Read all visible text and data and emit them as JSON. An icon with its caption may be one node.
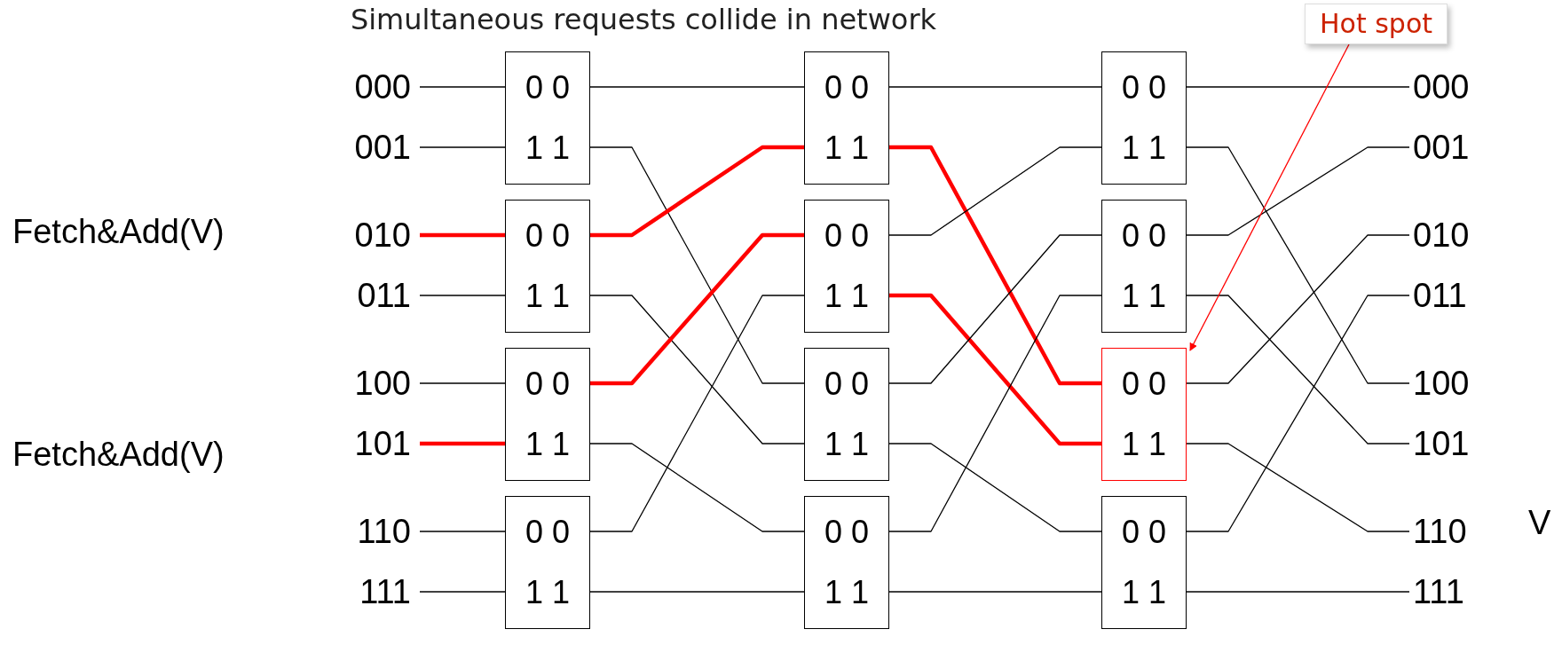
{
  "diagram": {
    "title": "Simultaneous requests collide in network",
    "nodes": [
      {
        "text": [
          "000"
        ]
      },
      {
        "text": [
          "001"
        ]
      },
      {
        "text": [
          "010"
        ]
      },
      {
        "text": [
          "011"
        ]
      },
      {
        "text": [
          "100"
        ]
      },
      {
        "text": [
          "101"
        ]
      },
      {
        "text": [
          "110"
        ]
      },
      {
        "text": [
          "111"
        ]
      },
      {
        "text": [
          "0 0",
          "1 1"
        ]
      },
      {
        "text": [
          "0 0",
          "1 1"
        ]
      },
      {
        "text": [
          "0 0",
          "1 1"
        ]
      },
      {
        "text": [
          "0 0",
          "1 1"
        ]
      },
      {
        "text": [
          "0 0",
          "1 1"
        ]
      },
      {
        "text": [
          "0 0",
          "1 1"
        ]
      },
      {
        "text": [
          "0 0",
          "1 1"
        ]
      },
      {
        "text": [
          "0 0",
          "1 1"
        ]
      },
      {
        "text": [
          "0 0",
          "1 1"
        ]
      },
      {
        "text": [
          "0 0",
          "1 1"
        ]
      },
      {
        "text": [
          "0 0",
          "1 1"
        ]
      },
      {
        "text": [
          "0 0",
          "1 1"
        ]
      },
      {
        "text": [
          "000"
        ]
      },
      {
        "text": [
          "001"
        ]
      },
      {
        "text": [
          "010"
        ]
      },
      {
        "text": [
          "011"
        ]
      },
      {
        "text": [
          "100"
        ]
      },
      {
        "text": [
          "101"
        ]
      },
      {
        "text": [
          "110"
        ]
      },
      {
        "text": [
          "111"
        ]
      },
      {
        "text": [
          "Hot spot"
        ]
      }
    ],
    "edges": [
      {
        "from": 0,
        "to": 8,
        "arrow": "none"
      },
      {
        "from": 1,
        "to": 8,
        "arrow": "none"
      },
      {
        "from": 2,
        "to": 9,
        "arrow": "none",
        "style": "thick",
        "color": "#ff0000"
      },
      {
        "from": 3,
        "to": 9,
        "arrow": "none"
      },
      {
        "from": 4,
        "to": 10,
        "arrow": "none"
      },
      {
        "from": 5,
        "to": 10,
        "arrow": "none",
        "style": "thick",
        "color": "#ff0000"
      },
      {
        "from": 6,
        "to": 11,
        "arrow": "none"
      },
      {
        "from": 7,
        "to": 11,
        "arrow": "none"
      },
      {
        "from": 8,
        "to": 12,
        "arrow": "none"
      },
      {
        "from": 8,
        "to": 14,
        "arrow": "none"
      },
      {
        "from": 9,
        "to": 12,
        "arrow": "none",
        "style": "thick",
        "color": "#ff0000"
      },
      {
        "from": 9,
        "to": 14,
        "arrow": "none"
      },
      {
        "from": 10,
        "to": 13,
        "arrow": "none",
        "style": "thick",
        "color": "#ff0000"
      },
      {
        "from": 10,
        "to": 15,
        "arrow": "none"
      },
      {
        "from": 11,
        "to": 13,
        "arrow": "none"
      },
      {
        "from": 11,
        "to": 15,
        "arrow": "none"
      },
      {
        "from": 12,
        "to": 16,
        "arrow": "none"
      },
      {
        "from": 12,
        "to": 18,
        "arrow": "none",
        "style": "thick",
        "color": "#ff0000"
      },
      {
        "from": 13,
        "to": 16,
        "arrow": "none"
      },
      {
        "from": 13,
        "to": 18,
        "arrow": "none",
        "style": "thick",
        "color": "#ff0000"
      },
      {
        "from": 14,
        "to": 17,
        "arrow": "none"
      },
      {
        "from": 14,
        "to": 19,
        "arrow": "none"
      },
      {
        "from": 15,
        "to": 17,
        "arrow": "none"
      },
      {
        "from": 15,
        "to": 19,
        "arrow": "none"
      },
      {
        "from": 16,
        "to": 20,
        "arrow": "none"
      },
      {
        "from": 16,
        "to": 24,
        "arrow": "none"
      },
      {
        "from": 17,
        "to": 21,
        "arrow": "none"
      },
      {
        "from": 17,
        "to": 25,
        "arrow": "none"
      },
      {
        "from": 18,
        "to": 22,
        "arrow": "none"
      },
      {
        "from": 18,
        "to": 26,
        "arrow": "none"
      },
      {
        "from": 19,
        "to": 23,
        "arrow": "none"
      },
      {
        "from": 19,
        "to": 27,
        "arrow": "none"
      },
      {
        "from": 28,
        "to": 18,
        "arrow": "to",
        "color": "#ff0000"
      }
    ],
    "labels": [
      "Fetch&Add(V)",
      "Fetch&Add(V)",
      "V"
    ]
  }
}
